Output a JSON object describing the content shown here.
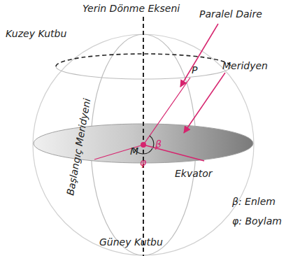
{
  "diagram": {
    "labels": [
      "Yerin Dönme Ekseni",
      "Paralel Daire",
      "Kuzey Kutbu",
      "Meridyen",
      "P",
      "M",
      "β",
      "φ",
      "Başlangıç Meridyeni",
      "Ekvator",
      "β: Enlem",
      "φ: Boylam",
      "Güney Kutbu"
    ]
  }
}
